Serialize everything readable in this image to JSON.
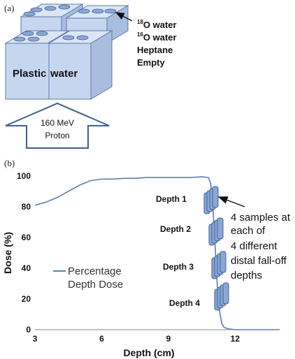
{
  "panel_a": {
    "label": "(a)",
    "legend": {
      "item1_sup": "18",
      "item1_text": "O water",
      "item2_sup": "16",
      "item2_text": "O water",
      "item3": "Heptane",
      "item4": "Empty"
    },
    "block_left_label": "Plastic",
    "block_right_label": "water",
    "arrow_line1": "160 MeV",
    "arrow_line2": "Proton"
  },
  "panel_b": {
    "label": "(b)",
    "legend_line1": "Percentage",
    "legend_line2": "Depth Dose",
    "annotation_lines": [
      "4 samples at",
      "each of",
      "4 different",
      "distal fall-off",
      "depths"
    ],
    "depth_labels": [
      "Depth 1",
      "Depth 2",
      "Depth 3",
      "Depth 4"
    ],
    "colors": {
      "curve": "#5b7fb5",
      "cube_face": "#c5d7ef",
      "cube_side": "#a9bedf",
      "cube_edge": "#5a78a8",
      "sample": "#8aa8d6"
    }
  },
  "chart_data": {
    "type": "line",
    "xlabel": "Depth (cm)",
    "ylabel": "Dose (%)",
    "xlim": [
      3,
      14
    ],
    "ylim": [
      0,
      100
    ],
    "xticks": [
      3,
      6,
      9,
      12
    ],
    "yticks": [
      0,
      20,
      40,
      60,
      80,
      100
    ],
    "series": [
      {
        "name": "Percentage Depth Dose",
        "x": [
          3.0,
          3.5,
          4.0,
          4.5,
          5.0,
          5.5,
          6.0,
          6.5,
          7.0,
          7.5,
          8.0,
          8.5,
          9.0,
          9.5,
          10.0,
          10.5,
          10.8,
          10.9,
          11.0,
          11.1,
          11.2,
          11.3,
          11.4,
          11.5,
          11.7,
          12.0,
          13.0,
          14.0
        ],
        "y": [
          81,
          83,
          86,
          90,
          94,
          97,
          98,
          98,
          98.5,
          98.5,
          99,
          99,
          99,
          99,
          99,
          99.5,
          99,
          95,
          80,
          55,
          28,
          12,
          4,
          1.5,
          0.5,
          0,
          0,
          0
        ]
      }
    ]
  }
}
